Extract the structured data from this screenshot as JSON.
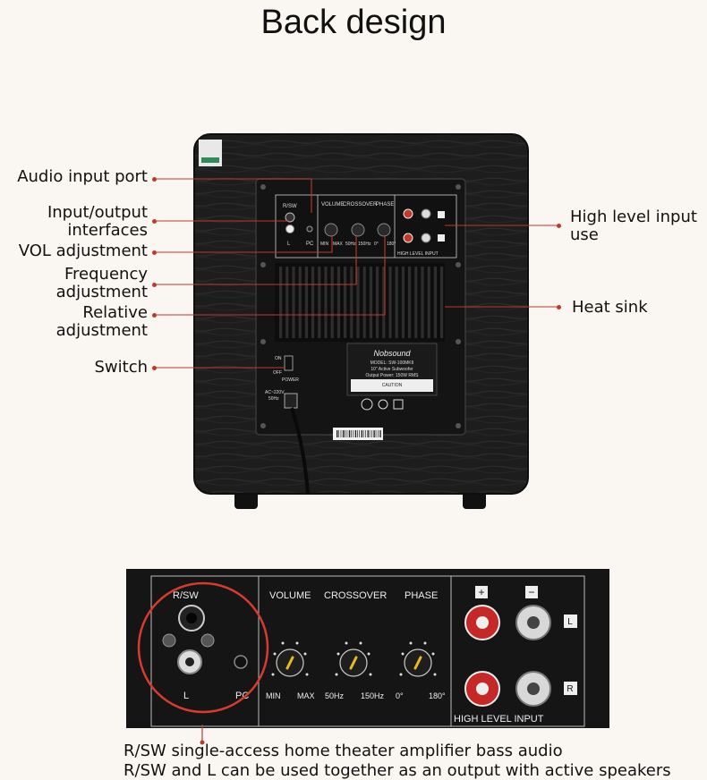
{
  "heading": "Back design",
  "callouts_left": {
    "audio_input": "Audio input port",
    "io_1": "Input/output",
    "io_2": "interfaces",
    "vol": "VOL adjustment",
    "freq_1": "Frequency",
    "freq_2": "adjustment",
    "rel_1": "Relative",
    "rel_2": "adjustment",
    "switch": "Switch"
  },
  "callouts_right": {
    "high_1": "High level input",
    "high_2": "use",
    "heat": "Heat sink"
  },
  "panel_small": {
    "rsw": "R/SW",
    "l": "L",
    "pc": "PC",
    "volume": "VOLUME",
    "crossover": "CROSSOVER",
    "phase": "PHASE",
    "min": "MIN",
    "max": "MAX",
    "hz50": "50Hz",
    "hz150": "150Hz",
    "deg0": "0°",
    "deg180": "180°",
    "high_level": "HIGH LEVEL INPUT",
    "brand": "Nobsound",
    "model": "MODEL: SW-100MKII",
    "desc": "10\" Active Subwoofer",
    "power": "Output Power: 150W RMS",
    "caution": "CAUTION",
    "on": "ON",
    "off": "OFF",
    "power_label": "POWER",
    "ac": "AC~220V",
    "hz": "50Hz"
  },
  "detail": {
    "rsw": "R/SW",
    "l": "L",
    "pc": "PC",
    "volume": "VOLUME",
    "crossover": "CROSSOVER",
    "phase": "PHASE",
    "min": "MIN",
    "max": "MAX",
    "hz50": "50Hz",
    "hz150": "150Hz",
    "deg0": "0°",
    "deg180": "180°",
    "plus": "+",
    "minus": "−",
    "lbox": "L",
    "rbox": "R",
    "high_level": "HIGH  LEVEL  INPUT"
  },
  "captions": {
    "line1": "R/SW single-access home theater amplifier bass audio",
    "line2": "R/SW and L can be used together as an output with active speakers"
  },
  "colors": {
    "accent_red": "#c0392b",
    "panel_dark": "#161616",
    "wood": "#1c1c1c"
  }
}
